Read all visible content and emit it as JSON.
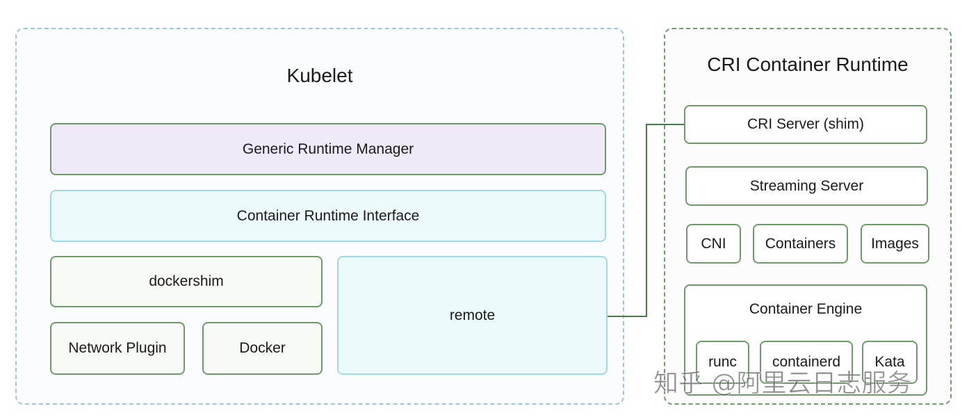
{
  "kubelet": {
    "title": "Kubelet",
    "generic_runtime_manager": "Generic Runtime Manager",
    "container_runtime_interface": "Container Runtime Interface",
    "dockershim": "dockershim",
    "network_plugin": "Network Plugin",
    "docker": "Docker",
    "remote": "remote"
  },
  "cri": {
    "title": "CRI Container Runtime",
    "cri_server": "CRI Server (shim)",
    "streaming_server": "Streaming Server",
    "cni": "CNI",
    "containers": "Containers",
    "images": "Images",
    "container_engine": "Container Engine",
    "runc": "runc",
    "containerd": "containerd",
    "kata": "Kata"
  },
  "watermark": "知乎 @阿里云日志服务",
  "colors": {
    "kubelet_border": "#9ec6d4",
    "cri_border": "#6f9e6b",
    "box_border": "#6e9a6a",
    "purple_fill": "#efe9f8",
    "cyan_fill": "#ecf9fb",
    "cyan_border": "#9fd9e6"
  }
}
